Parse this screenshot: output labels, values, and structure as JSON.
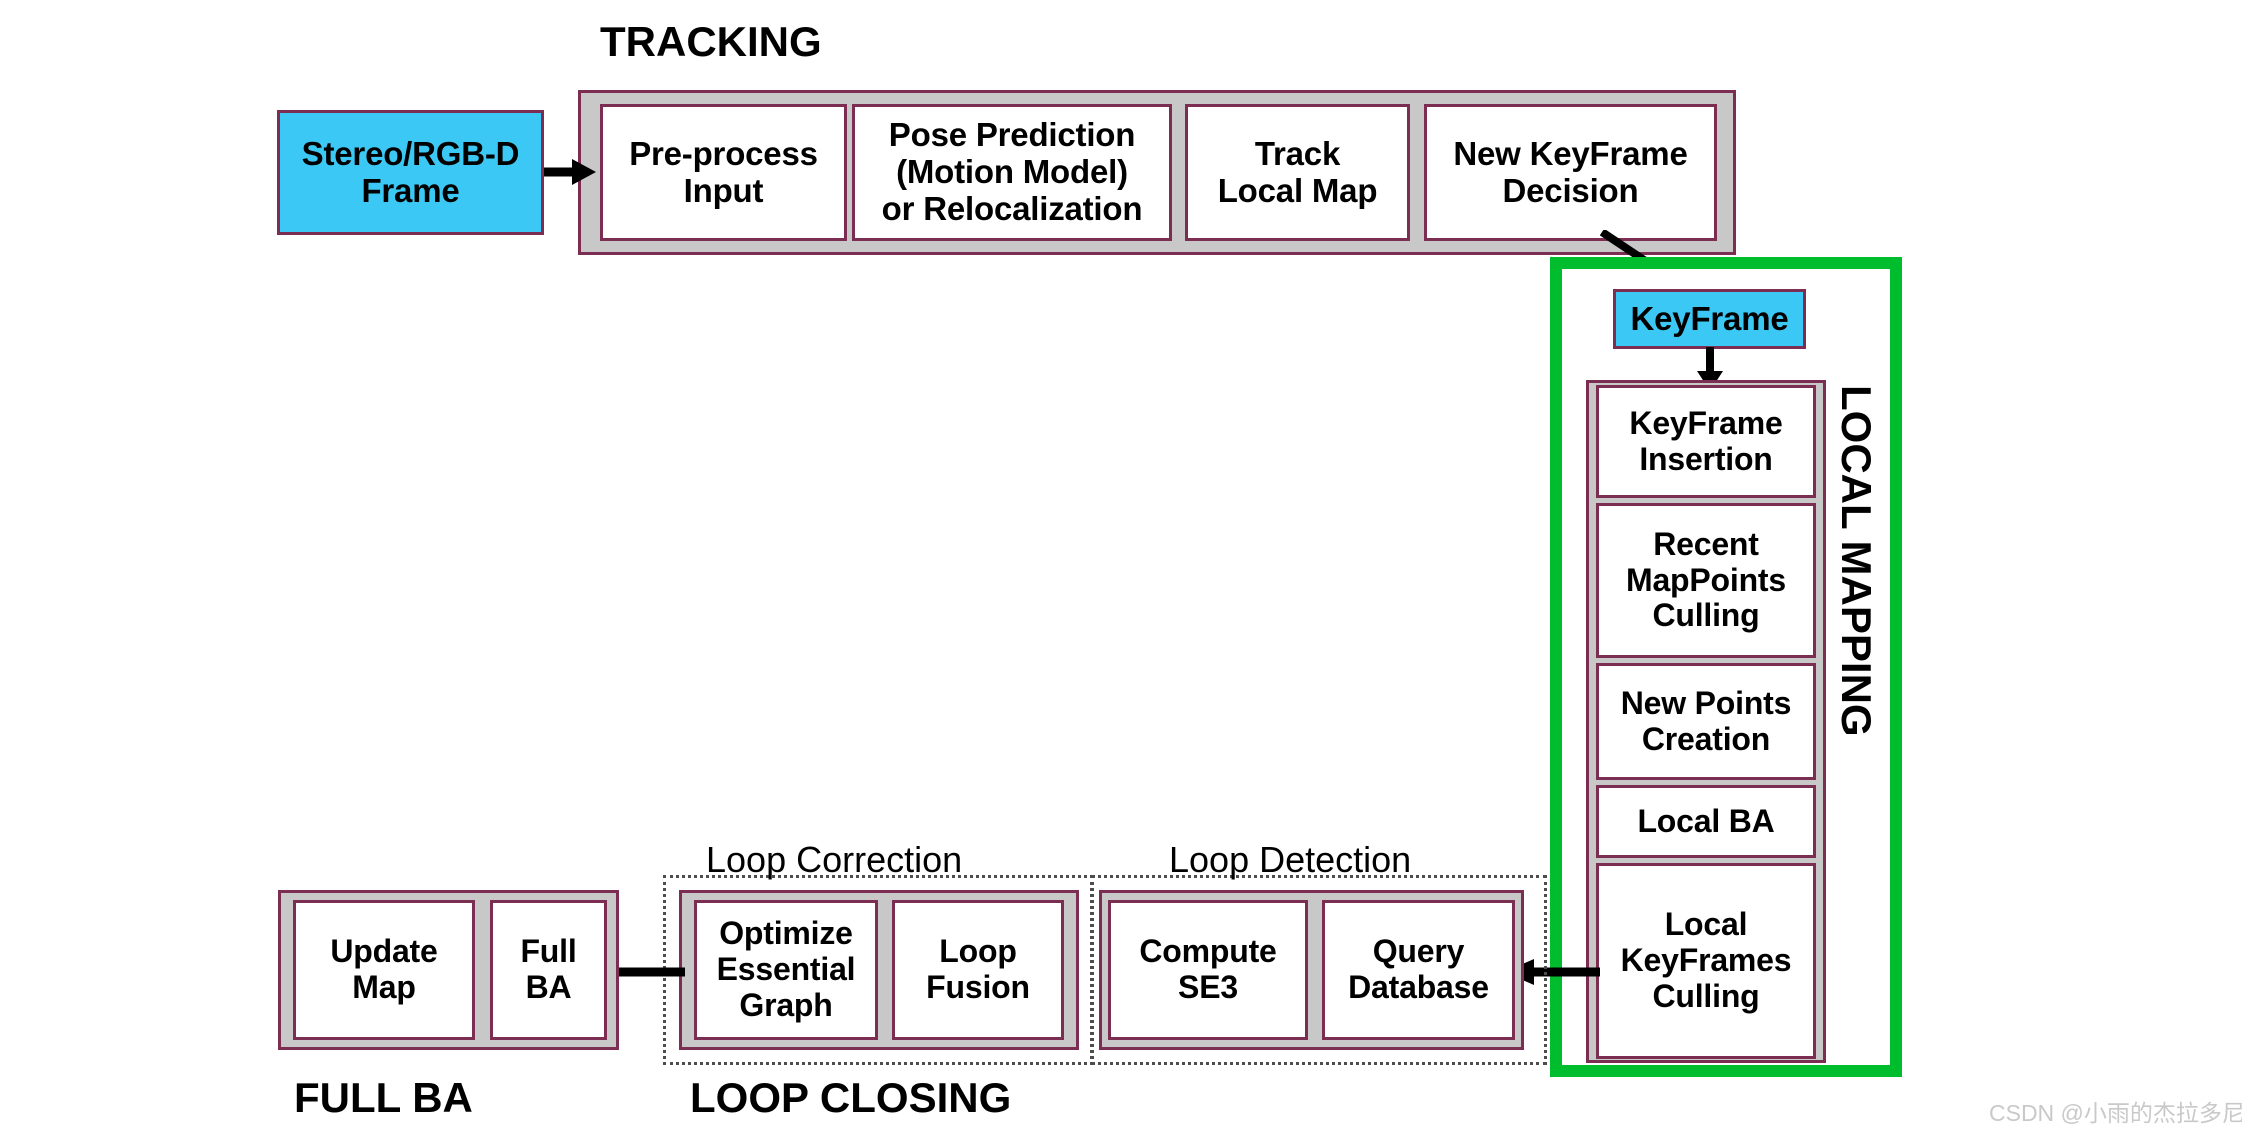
{
  "diagram": {
    "title_visible": false,
    "colors": {
      "node_border": "#7b2d52",
      "module_fill": "#c8c8c8",
      "cyan_node": "#3cc8f5",
      "green_region": "#00bd2e",
      "dotted_border": "#4d4d4d",
      "text": "#000000",
      "watermark": "#c9c9c9"
    },
    "sections": {
      "tracking_label": "TRACKING",
      "local_mapping_label": "LOCAL MAPPING",
      "loop_closing_label": "LOOP CLOSING",
      "full_ba_label": "FULL BA",
      "loop_correction_label": "Loop Correction",
      "loop_detection_label": "Loop Detection"
    },
    "nodes": {
      "input_frame": "Stereo/RGB-D\nFrame",
      "keyframe": "KeyFrame",
      "tracking": [
        "Pre-process\nInput",
        "Pose Prediction\n(Motion Model)\nor Relocalization",
        "Track\nLocal Map",
        "New KeyFrame\nDecision"
      ],
      "local_mapping": [
        "KeyFrame\nInsertion",
        "Recent\nMapPoints\nCulling",
        "New Points\nCreation",
        "Local BA",
        "Local\nKeyFrames\nCulling"
      ],
      "loop_correction": [
        "Optimize\nEssential\nGraph",
        "Loop\nFusion"
      ],
      "loop_detection": [
        "Compute\nSE3",
        "Query\nDatabase"
      ],
      "full_ba": [
        "Update\nMap",
        "Full\nBA"
      ]
    },
    "connectors": [
      {
        "name": "frame-to-preprocess",
        "type": "arrow-right"
      },
      {
        "name": "decision-to-keyframe",
        "type": "diagonal-arrow"
      },
      {
        "name": "keyframe-to-insertion",
        "type": "arrow-down"
      },
      {
        "name": "localmapping-to-loopdetection",
        "type": "arrow-left"
      },
      {
        "name": "loopclosing-to-fullba",
        "type": "arrow-left"
      }
    ]
  },
  "watermark": "CSDN @小雨的杰拉多尼"
}
